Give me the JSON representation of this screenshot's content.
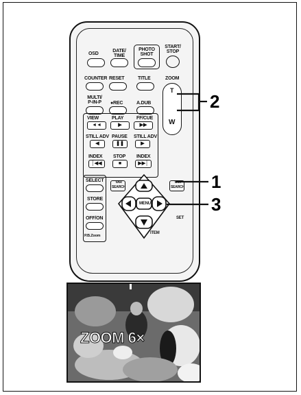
{
  "remote": {
    "osd": "OSD",
    "date_time": "DATE/ TIME",
    "photo_shot": "PHOTO SHOT",
    "start_stop": "START/ STOP",
    "counter": "COUNTER",
    "reset": "RESET",
    "title": "TITLE",
    "zoom": "ZOOM",
    "multi_pinp": "MULTI/ P-IN-P",
    "rec": "●REC",
    "a_dub": "A.DUB",
    "zoom_t": "T",
    "zoom_w": "W",
    "transport_top": [
      "◄◄",
      "▶",
      "▶▶"
    ],
    "transport_top_labels": [
      "VIEW",
      "PLAY",
      "FF/CUE"
    ],
    "still_adv_l": "STILL ADV",
    "pause": "PAUSE",
    "still_adv_r": "STILL ADV",
    "index_l": "INDEX",
    "stop": "STOP",
    "index_r": "INDEX",
    "select": "SELECT",
    "store": "STORE",
    "off_on": "OFF/ON",
    "menu": "MENU",
    "item": "ITEM",
    "set": "SET",
    "search_l": "VAR SEARCH",
    "search_r": "VAR SEARCH",
    "footer": "P.B.Zoom"
  },
  "callouts": [
    "2",
    "1",
    "3"
  ],
  "photo": {
    "overlay": "ZOOM 6×"
  }
}
